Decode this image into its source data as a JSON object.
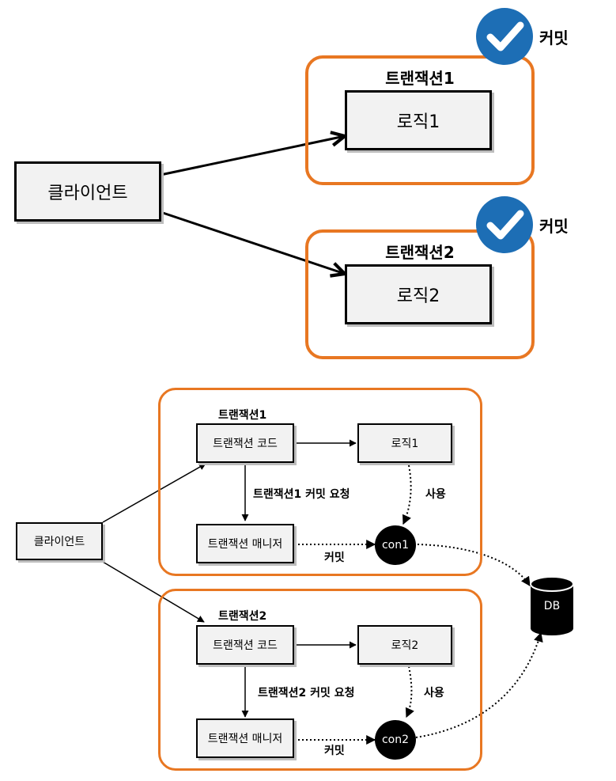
{
  "top": {
    "client": "클라이언트",
    "tx1": {
      "title": "트랜잭션1",
      "logic": "로직1",
      "commit": "커밋"
    },
    "tx2": {
      "title": "트랜잭션2",
      "logic": "로직2",
      "commit": "커밋"
    }
  },
  "bottom": {
    "client": "클라이언트",
    "tx1": {
      "title": "트랜잭션1",
      "code": "트랜잭션 코드",
      "logic": "로직1",
      "manager": "트랜잭션 매니저",
      "conn": "con1",
      "request": "트랜잭션1 커밋 요청",
      "use": "사용",
      "commit": "커밋"
    },
    "tx2": {
      "title": "트랜잭션2",
      "code": "트랜잭션 코드",
      "logic": "로직2",
      "manager": "트랜잭션 매니저",
      "conn": "con2",
      "request": "트랜잭션2 커밋 요청",
      "use": "사용",
      "commit": "커밋"
    },
    "db": "DB"
  },
  "colors": {
    "accent": "#e87722",
    "check": "#1d6eb5"
  }
}
